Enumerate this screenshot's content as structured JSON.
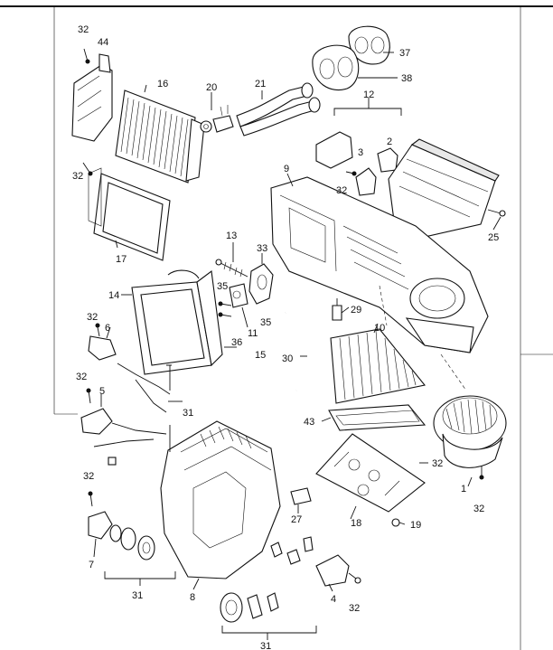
{
  "diagram": {
    "labels": {
      "p1": "1",
      "p2": "2",
      "p3": "3",
      "p4": "4",
      "p5": "5",
      "p6": "6",
      "p7": "7",
      "p8": "8",
      "p9": "9",
      "p10": "10",
      "p11": "11",
      "p12": "12",
      "p13": "13",
      "p14": "14",
      "p15": "15",
      "p16": "16",
      "p17": "17",
      "p18": "18",
      "p19": "19",
      "p20": "20",
      "p21": "21",
      "p25": "25",
      "p27": "27",
      "p29": "29",
      "p30": "30",
      "p31": "31",
      "p32": "32",
      "p33": "33",
      "p35": "35",
      "p36": "36",
      "p37": "37",
      "p38": "38",
      "p43": "43",
      "p44": "44"
    },
    "colors": {
      "stroke": "#111111",
      "background": "#ffffff",
      "shade": "#e8e8e8"
    }
  }
}
